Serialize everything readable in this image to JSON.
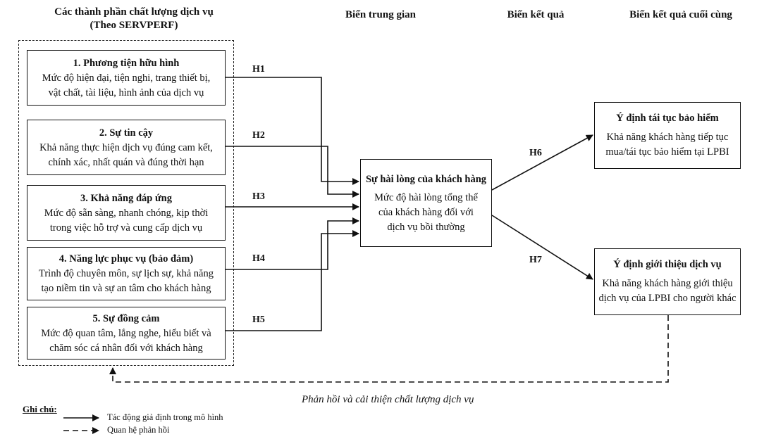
{
  "headers": {
    "components_line1": "Các thành phần chất lượng dịch vụ",
    "components_line2": "(Theo SERVPERF)",
    "mediator": "Biến trung gian",
    "outcome": "Biến kết quả",
    "final_outcome": "Biến kết quả cuối cùng"
  },
  "components": [
    {
      "title": "1. Phương tiện hữu hình",
      "line1": "Mức độ hiện đại, tiện nghi, trang thiết bị,",
      "line2": "vật chất, tài liệu, hình ảnh của dịch vụ"
    },
    {
      "title": "2. Sự tin cậy",
      "line1": "Khả năng thực hiện dịch vụ đúng cam kết,",
      "line2": "chính xác, nhất quán và đúng thời hạn"
    },
    {
      "title": "3. Khả năng đáp ứng",
      "line1": "Mức độ sẵn sàng, nhanh chóng, kịp thời",
      "line2": "trong việc hỗ trợ và cung cấp dịch vụ"
    },
    {
      "title": "4. Năng lực phục vụ (bảo đảm)",
      "line1": "Trình độ chuyên môn, sự lịch sự, khả năng",
      "line2": "tạo niềm tin và sự an tâm cho khách hàng"
    },
    {
      "title": "5. Sự đồng cảm",
      "line1": "Mức độ quan tâm, lắng nghe, hiểu biết và",
      "line2": "chăm sóc cá nhân đối với khách hàng"
    }
  ],
  "hypotheses": {
    "h1": "H1",
    "h2": "H2",
    "h3": "H3",
    "h4": "H4",
    "h5": "H5",
    "h6": "H6",
    "h7": "H7"
  },
  "satisfaction": {
    "title": "Sự hài lòng của khách hàng",
    "line1": "Mức độ hài lòng tổng thể",
    "line2": "của khách hàng đối với",
    "line3": "dịch vụ bồi thường"
  },
  "renewal": {
    "title": "Ý định tái tục bảo hiểm",
    "line1": "Khả năng khách hàng tiếp tục",
    "line2": "mua/tái tục bảo hiểm tại LPBI"
  },
  "referral": {
    "title": "Ý định giới thiệu dịch vụ",
    "line1": "Khả năng khách hàng giới thiệu",
    "line2": "dịch vụ của LPBI cho người khác"
  },
  "feedback_caption": "Phản hồi và cải thiện chất lượng dịch vụ",
  "legend": {
    "title": "Ghi chú:",
    "solid": "Tác động giả định trong mô hình",
    "dashed": "Quan hệ phản hồi"
  }
}
